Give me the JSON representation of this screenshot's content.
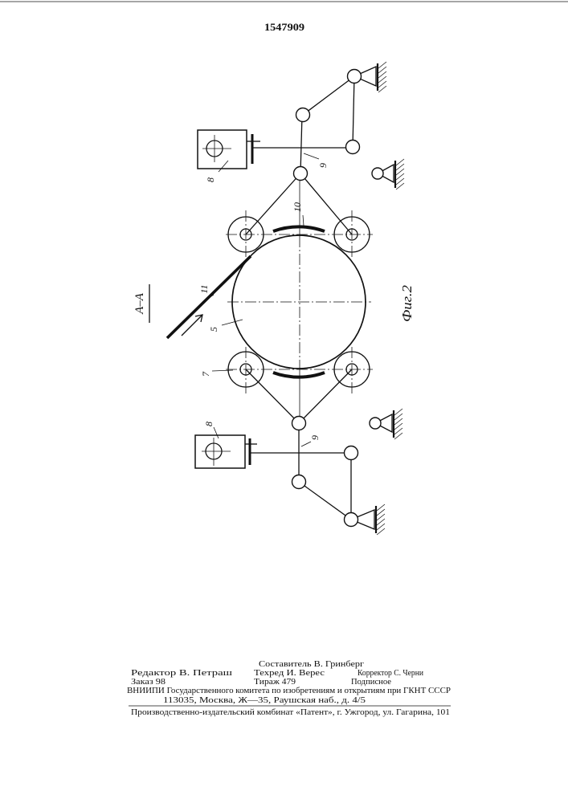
{
  "patent_number": "1547909",
  "drawing": {
    "section_label": "А–А",
    "figure_label": "Фиг.2",
    "labels": {
      "cylinder_top": "8",
      "lever_top": "9",
      "band_top": "10",
      "strip": "11",
      "drum": "5",
      "roller": "7",
      "cylinder_bottom": "8",
      "lever_bottom": "9"
    }
  },
  "colophon": {
    "compiler": "Составитель В. Гринберг",
    "editor": "Редактор В. Петраш",
    "techred": "Техред И. Верес",
    "corrector": "Корректор С. Черни",
    "order": "Заказ 98",
    "circulation": "Тираж 479",
    "subscription": "Подписное",
    "institute": "ВНИИПИ Государственного комитета по изобретениям и открытиям при ГКНТ СССР",
    "address": "113035, Москва, Ж—35, Раушская наб., д. 4/5",
    "printer": "Производственно-издательский комбинат «Патент», г. Ужгород, ул. Гагарина, 101"
  }
}
